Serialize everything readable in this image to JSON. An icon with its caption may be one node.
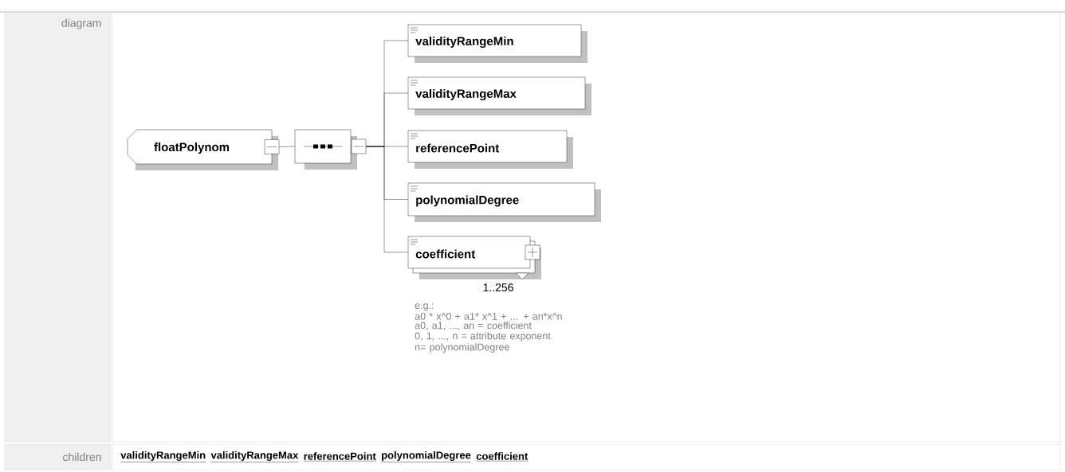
{
  "diagram": {
    "nodes": [
      {
        "text": [
          "floatPolynom"
        ]
      },
      {
        "text": [],
        "shape": "octagon"
      },
      {
        "text": [
          "validityRangeMin"
        ]
      },
      {
        "text": [
          "validityRangeMax"
        ]
      },
      {
        "text": [
          "referencePoint"
        ]
      },
      {
        "text": [
          "polynomialDegree"
        ]
      },
      {
        "text": [
          "coefficient"
        ],
        "beside": [
          "1..256",
          "e.g.:",
          "a0 * x^0 + a1* x^1 + ... + an*x^n",
          "a0, a1, ..., an = coefficient",
          "0, 1, ..., n = attribute exponent",
          "n= polynomialDegree"
        ]
      }
    ],
    "edges": [
      {
        "from": 0,
        "to": 1,
        "arrow": "none"
      },
      {
        "from": 1,
        "to": 2,
        "arrow": "none"
      },
      {
        "from": 1,
        "to": 3,
        "arrow": "none"
      },
      {
        "from": 1,
        "to": 4,
        "arrow": "none"
      },
      {
        "from": 1,
        "to": 5,
        "arrow": "none"
      },
      {
        "from": 1,
        "to": 6,
        "arrow": "none"
      }
    ],
    "labels": [
      "diagram",
      "children",
      "validityRangeMin",
      "validityRangeMax",
      "referencePoint",
      "polynomialDegree",
      "coefficient"
    ]
  }
}
